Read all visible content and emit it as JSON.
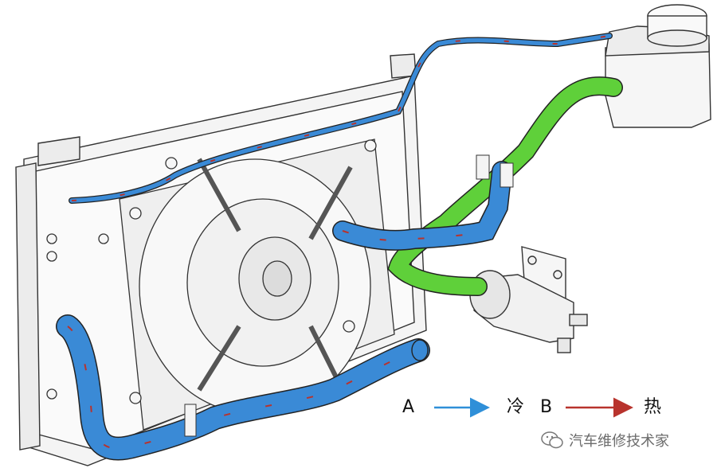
{
  "legend": {
    "a_letter": "A",
    "a_meaning": "冷",
    "a_color": "#2f8fd8",
    "b_letter": "B",
    "b_meaning": "热",
    "b_color": "#b8332d"
  },
  "watermark": {
    "text": "汽车维修技术家"
  },
  "colors": {
    "cold_hose": "#3a8ad6",
    "coolant_hose": "#5fd03a",
    "outline": "#333333",
    "part_fill": "#f4f4f4"
  },
  "icons": [
    "wechat-icon"
  ]
}
